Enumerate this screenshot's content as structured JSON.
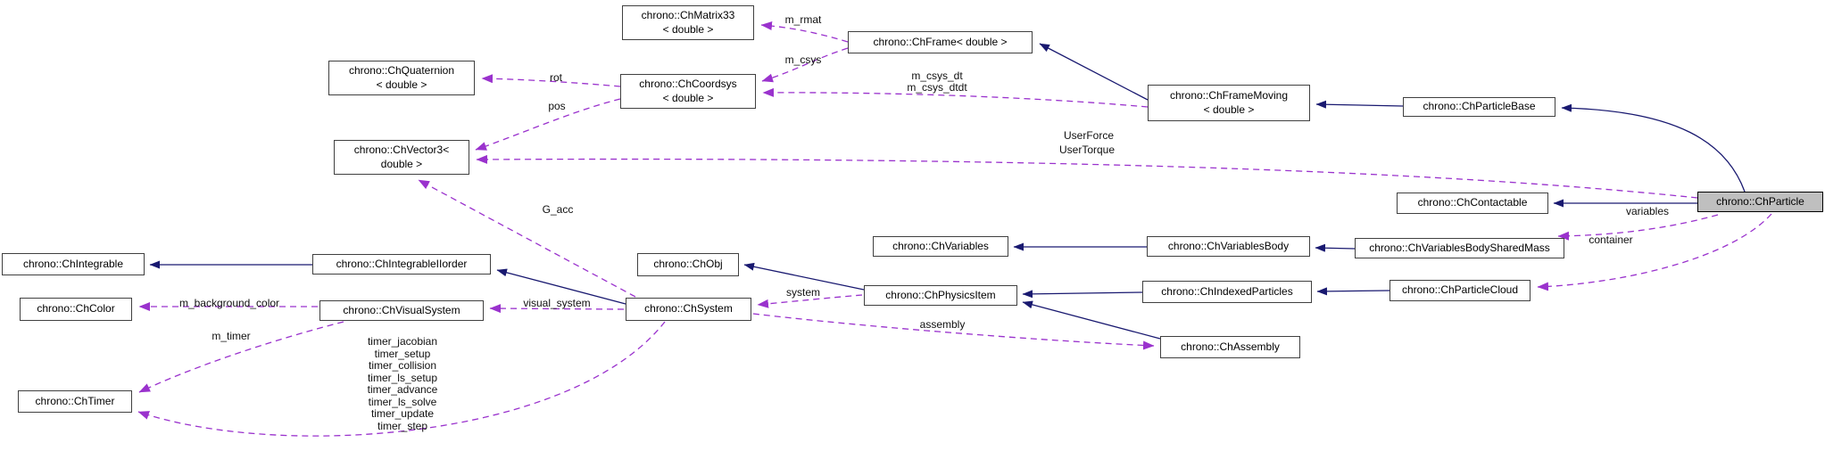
{
  "diagram": {
    "type": "doxygen-collaboration-graph",
    "focus_class": "chrono::ChParticle",
    "colors": {
      "background": "#ffffff",
      "node_fill": "#ffffff",
      "node_border": "#404040",
      "highlight_fill": "#bfbfbf",
      "inheritance_edge": "#191970",
      "usage_edge": "#9a32cd",
      "text": "#000000"
    },
    "nodes": {
      "chmatrix33": {
        "line1": "chrono::ChMatrix33",
        "line2": "< double >"
      },
      "chquaternion": {
        "line1": "chrono::ChQuaternion",
        "line2": "< double >"
      },
      "chcoordsys": {
        "line1": "chrono::ChCoordsys",
        "line2": "< double >"
      },
      "chvector3": {
        "line1": "chrono::ChVector3<",
        "line2": "double >"
      },
      "chframe": {
        "line1": "chrono::ChFrame< double >"
      },
      "chframemoving": {
        "line1": "chrono::ChFrameMoving",
        "line2": "< double >"
      },
      "chparticlebase": {
        "line1": "chrono::ChParticleBase"
      },
      "chcontactable": {
        "line1": "chrono::ChContactable"
      },
      "chparticle": {
        "line1": "chrono::ChParticle"
      },
      "chvariables": {
        "line1": "chrono::ChVariables"
      },
      "chvariablesbody": {
        "line1": "chrono::ChVariablesBody"
      },
      "chvariablesbodysharedmass": {
        "line1": "chrono::ChVariablesBodySharedMass"
      },
      "chintegrable": {
        "line1": "chrono::ChIntegrable"
      },
      "chintegrableiiorder": {
        "line1": "chrono::ChIntegrableIIorder"
      },
      "chobj": {
        "line1": "chrono::ChObj"
      },
      "chsystem": {
        "line1": "chrono::ChSystem"
      },
      "chphysicsitem": {
        "line1": "chrono::ChPhysicsItem"
      },
      "chindexedparticles": {
        "line1": "chrono::ChIndexedParticles"
      },
      "chparticlecloud": {
        "line1": "chrono::ChParticleCloud"
      },
      "chassembly": {
        "line1": "chrono::ChAssembly"
      },
      "chcolor": {
        "line1": "chrono::ChColor"
      },
      "chvisualsystem": {
        "line1": "chrono::ChVisualSystem"
      },
      "chtimer": {
        "line1": "chrono::ChTimer"
      }
    },
    "edge_labels": {
      "m_rmat": "m_rmat",
      "m_csys": "m_csys",
      "m_csys_dt": "m_csys_dt",
      "m_csys_dtdt": "m_csys_dtdt",
      "rot": "rot",
      "pos": "pos",
      "user_force": "UserForce",
      "user_torque": "UserTorque",
      "g_acc": "G_acc",
      "system": "system",
      "assembly": "assembly",
      "visual_system": "visual_system",
      "m_background_color": "m_background_color",
      "m_timer": "m_timer",
      "variables": "variables",
      "container": "container"
    },
    "timer_labels": [
      "timer_jacobian",
      "timer_setup",
      "timer_collision",
      "timer_ls_setup",
      "timer_advance",
      "timer_ls_solve",
      "timer_update",
      "timer_step"
    ],
    "edges": [
      {
        "from": "chframemoving",
        "to": "chframe",
        "type": "inheritance"
      },
      {
        "from": "chparticlebase",
        "to": "chframemoving",
        "type": "inheritance"
      },
      {
        "from": "chparticle",
        "to": "chparticlebase",
        "type": "inheritance"
      },
      {
        "from": "chparticle",
        "to": "chcontactable",
        "type": "inheritance"
      },
      {
        "from": "chintegrableiiorder",
        "to": "chintegrable",
        "type": "inheritance"
      },
      {
        "from": "chsystem",
        "to": "chintegrableiiorder",
        "type": "inheritance"
      },
      {
        "from": "chphysicsitem",
        "to": "chobj",
        "type": "inheritance"
      },
      {
        "from": "chindexedparticles",
        "to": "chphysicsitem",
        "type": "inheritance"
      },
      {
        "from": "chassembly",
        "to": "chphysicsitem",
        "type": "inheritance"
      },
      {
        "from": "chparticlecloud",
        "to": "chindexedparticles",
        "type": "inheritance"
      },
      {
        "from": "chvariablesbody",
        "to": "chvariables",
        "type": "inheritance"
      },
      {
        "from": "chvariablesbodysharedmass",
        "to": "chvariablesbody",
        "type": "inheritance"
      },
      {
        "from": "chframe",
        "to": "chmatrix33",
        "type": "usage",
        "label": "m_rmat"
      },
      {
        "from": "chframe",
        "to": "chcoordsys",
        "type": "usage",
        "label": "m_csys"
      },
      {
        "from": "chframemoving",
        "to": "chcoordsys",
        "type": "usage",
        "label": "m_csys_dt m_csys_dtdt"
      },
      {
        "from": "chcoordsys",
        "to": "chquaternion",
        "type": "usage",
        "label": "rot"
      },
      {
        "from": "chcoordsys",
        "to": "chvector3",
        "type": "usage",
        "label": "pos"
      },
      {
        "from": "chparticle",
        "to": "chvector3",
        "type": "usage",
        "label": "UserForce UserTorque"
      },
      {
        "from": "chsystem",
        "to": "chvector3",
        "type": "usage",
        "label": "G_acc"
      },
      {
        "from": "chphysicsitem",
        "to": "chsystem",
        "type": "usage",
        "label": "system"
      },
      {
        "from": "chsystem",
        "to": "chassembly",
        "type": "usage",
        "label": "assembly"
      },
      {
        "from": "chsystem",
        "to": "chvisualsystem",
        "type": "usage",
        "label": "visual_system"
      },
      {
        "from": "chvisualsystem",
        "to": "chcolor",
        "type": "usage",
        "label": "m_background_color"
      },
      {
        "from": "chvisualsystem",
        "to": "chtimer",
        "type": "usage",
        "label": "m_timer"
      },
      {
        "from": "chsystem",
        "to": "chtimer",
        "type": "usage",
        "label": "timer_jacobian timer_setup timer_collision timer_ls_setup timer_advance timer_ls_solve timer_update timer_step"
      },
      {
        "from": "chparticle",
        "to": "chvariablesbodysharedmass",
        "type": "usage",
        "label": "variables"
      },
      {
        "from": "chparticle",
        "to": "chparticlecloud",
        "type": "usage",
        "label": "container"
      }
    ]
  }
}
